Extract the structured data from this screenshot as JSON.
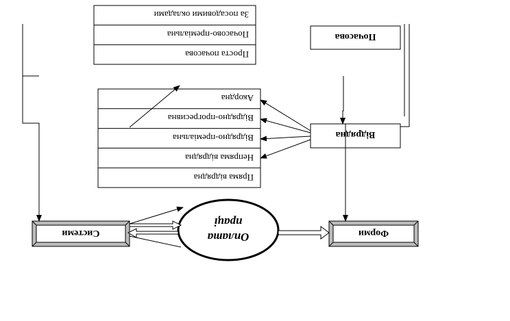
{
  "boxes": {
    "top_list": [
      "За посадовими окладами",
      "Почасово-преміальна",
      "Проста почасова"
    ],
    "pochasova": "Почасова",
    "middle_list": [
      "Акордна",
      "Відрядно-прогресивна",
      "Відрядно-преміальна",
      "Непряма відрядна",
      "Пряма відрядна"
    ],
    "vidriadna": "Відрядна",
    "systemy": "Системи",
    "oplata_line1": "Оплата",
    "oplata_line2": "праці",
    "formy": "Форми"
  },
  "colors": {
    "stroke": "#000000",
    "frame_dark": "#555555",
    "frame_light": "#bbbbbb",
    "background": "#ffffff"
  }
}
